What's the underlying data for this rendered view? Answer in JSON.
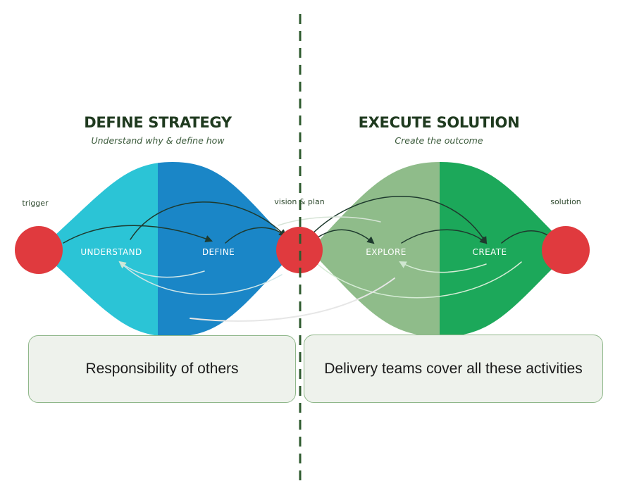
{
  "left_section": {
    "title": "DEFINE STRATEGY",
    "subtitle": "Understand why & define how",
    "phases": [
      "UNDERSTAND",
      "DEFINE"
    ],
    "colors": [
      "#2bc4d6",
      "#1a86c7"
    ]
  },
  "right_section": {
    "title": "EXECUTE SOLUTION",
    "subtitle": "Create the outcome",
    "phases": [
      "EXPLORE",
      "CREATE"
    ],
    "colors": [
      "#8fbc8a",
      "#1ca85a"
    ]
  },
  "nodes": {
    "trigger": "trigger",
    "vision_plan": "vision & plan",
    "solution": "solution",
    "color": "#e03a3e"
  },
  "boxes": {
    "left": "Responsibility of others",
    "right": "Delivery teams cover all these activities"
  },
  "divider_color": "#2e5a2e"
}
